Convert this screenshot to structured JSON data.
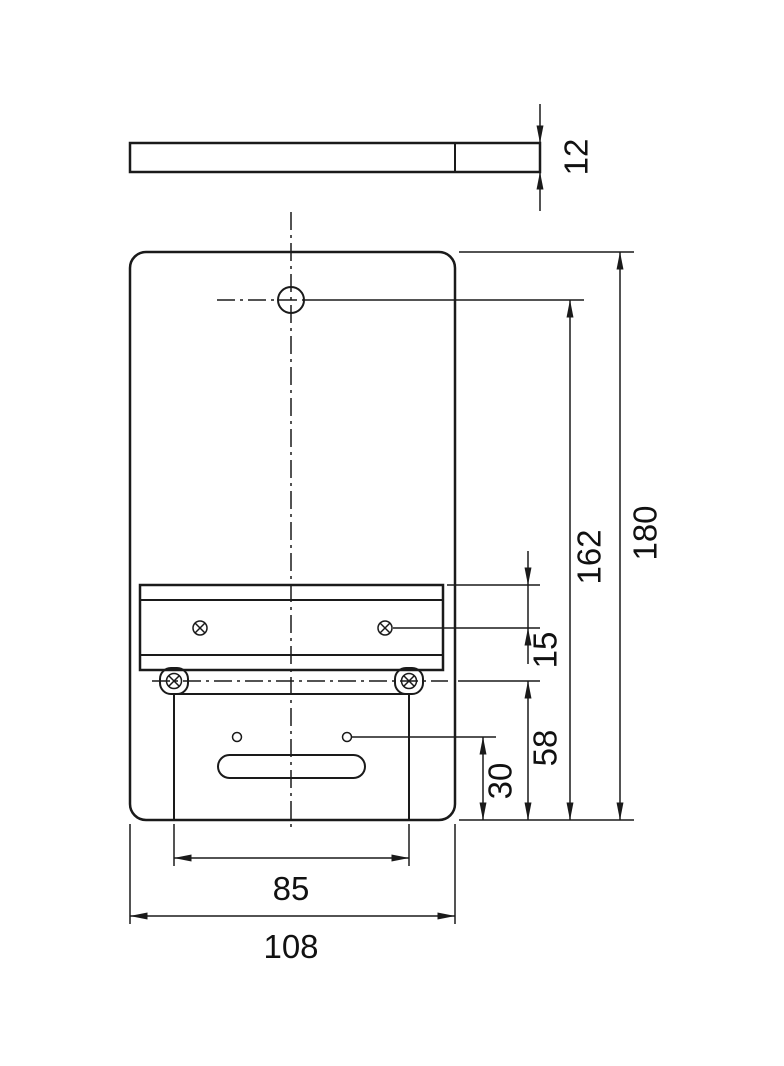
{
  "drawing": {
    "labels": {
      "thickness": "12",
      "overall_height": "180",
      "hole_to_base": "162",
      "rail_offset": "15",
      "screws_to_base": "58",
      "holes_to_base": "30",
      "screw_spacing": "85",
      "overall_width": "108"
    },
    "stroke_color": "#1a1a1a",
    "background": "#ffffff"
  }
}
